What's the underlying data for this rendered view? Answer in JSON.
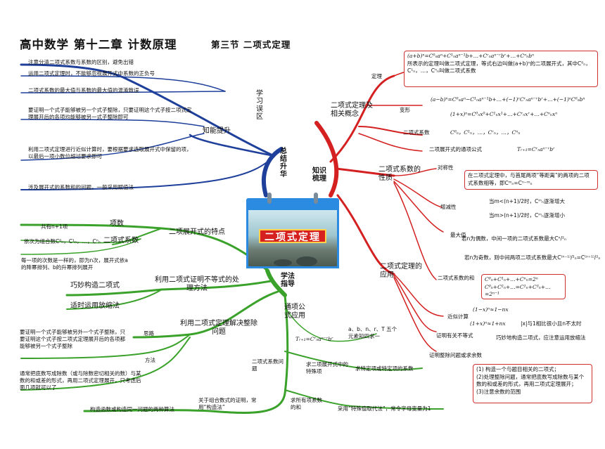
{
  "header": {
    "title": "高中数学   第十二章   计数原理",
    "subtitle": "第三节    二项式定理"
  },
  "center": {
    "label": "二项式定理"
  },
  "branches": {
    "summary": "总结升华",
    "knowledge": "知识梳理",
    "method": "学法指导"
  },
  "summary": {
    "errors_label": "学习误区",
    "errors": [
      "注意分清二项式系数与系数的区别，避免出错",
      "运用二项式定理时，不能够忽视展开式中系数的正负号",
      "二项式系数的最大值与系数的最大值的混淆致误"
    ],
    "ability_label": "知能提升",
    "abilities": [
      "要证明一个式子能够被另一个式子整除，只要证明这个式子按二项式定理展开后的各项均能够被另一式子整除即可",
      "利用二项式定理进行近似计算时，要根据要求选取展开式中保留的项，以最后一项小数位超过要求即可",
      "涉及展开式的系数和的问题，一般采用赋值法"
    ]
  },
  "knowledge": {
    "concept_label": "二项式定理及相关概念",
    "definition_label": "定理",
    "definition_formula": "(a+b)ⁿ=C⁰ₙaⁿ+C¹ₙaⁿ⁻¹b+…+Cʳₙaⁿ⁻ʳbʳ+…+Cⁿₙbⁿ",
    "definition_text": "所表示的定理叫做二项式定理，等式右边叫做(a+b)ⁿ的二项展开式，其中C⁰ₙ，C¹ₙ，…，Cⁿₙ叫做二项式系数",
    "variant_label": "变形",
    "variant_formula_1": "(a−b)ⁿ=C⁰ₙaⁿ−C¹ₙaⁿ⁻¹b+…+(−1)ʳCʳₙaⁿ⁻ʳbʳ+…+(−1)ⁿC⁰ₙbⁿ",
    "variant_formula_2": "(1+x)ⁿ=C⁰ₙx⁰+C¹ₙx¹+…+Cʳₙxʳ+…+Cⁿₙxⁿ",
    "coef_label": "二项式系数",
    "coef_formula": "C⁰ₙ，C¹ₙ，…，Cʳₙ，…，Cⁿₙ",
    "general_term_label": "二项展开式的通项公式",
    "general_term_formula": "Tᵣ₊₁=Cʳₙaⁿ⁻ʳbʳ",
    "property_label": "二项式系数的性质",
    "symmetry_label": "对称性",
    "symmetry_text": "在二项式定理中，与首尾两项“等距离”的两项的二项式系数相等，即Cᵐₙ=Cⁿ⁻ᵐₙ",
    "monotonic_label": "增减性",
    "monotonic_1": "当m<(n+1)/2时，Cᵐₙ逐渐增大",
    "monotonic_2": "当m>(n+1)/2时，Cᵐₙ逐渐增小",
    "max_label": "最大值",
    "max_even": "若n为偶数，中间一项的二项式系数最大Cⁿ/²ₙ",
    "max_odd": "若n为奇数，则中间两项二项式系数最大C⁽ⁿ⁻¹⁾/²ₙ=C⁽ⁿ⁺¹⁾/²ₙ",
    "sum_label": "二项式系数的和",
    "sum_formula_1": "C⁰ₙ+C¹ₙ+…+Cⁿₙ=2ⁿ",
    "sum_formula_2": "C⁰ₙ+C²ₙ+…=C¹ₙ+C³ₙ+…=2ⁿ⁻¹",
    "application_label": "二项式定理的应用",
    "approx_label": "近似计算",
    "approx_1": "(1−x)ⁿ≈1−nx",
    "approx_2": "(1+x)ⁿ≈1+nx",
    "approx_note": "|x|与1相比很小且n不太时",
    "divisible_label": "证明有关不等式",
    "divisible_text": "巧妙地构造二项式，应注意运用放缩法",
    "remainder_label": "证明整除问题或求余数",
    "remainder_steps": [
      "(1) 构造一个与题目相关的二项式；",
      "(2)处理整除问题，通常把底数写成除数与某个数的和或差的形式，再用二项式定理展开；",
      "(3)注意余数的范围"
    ]
  },
  "method": {
    "feature_label": "二项展开式的特点",
    "term_label": "项数",
    "term_text": "共有n+1项",
    "coef_label": "二项式系数",
    "coef_text": "依次为组合数C⁰ₙ，C¹ₙ，…，Cⁿₙ",
    "power_text": "每一项的次数是一样的，即为n次，展开式依a的降幂排列、b的升幂排列展开",
    "inequality_label": "利用二项式证明不等式的处理方法",
    "ineq_1": "巧妙构造二项式",
    "ineq_2": "适时运用放缩法",
    "division_label": "利用二项式定理解决整除问题",
    "thinking_label": "思路",
    "thinking_text": "要证明一个式子能够被另外一个式子整除，只要证明这个式子按二项式定理展开后的各项都能够被另一个式子整除",
    "way_label": "方法",
    "way_text": "通常把底数写成除数（或与除数密切相关的数）与某数的和或差的形式，再用二项式定理展开，只考虑后面几项就可以了",
    "general_label": "通项公式应用",
    "general_formula": "Tᵣ₊₁=Cʳₙaⁿ⁻ʳbʳ",
    "five_elements": "a、b、n、r、T 五个元素知四求一",
    "coef_problem_label": "二项式系数问题",
    "special_label": "求二项展开式中的特殊项",
    "special_text": "求特定项或特定项的系数",
    "coef_sum_label": "求所有项系数的和",
    "coef_sum_text": "采用“特殊值取代法”，常令字母变量为1",
    "same_method_label": "关于组合数式的证明，常用“构造法”",
    "same_method_text": "构造函数或构造同一问题的两种算法"
  }
}
